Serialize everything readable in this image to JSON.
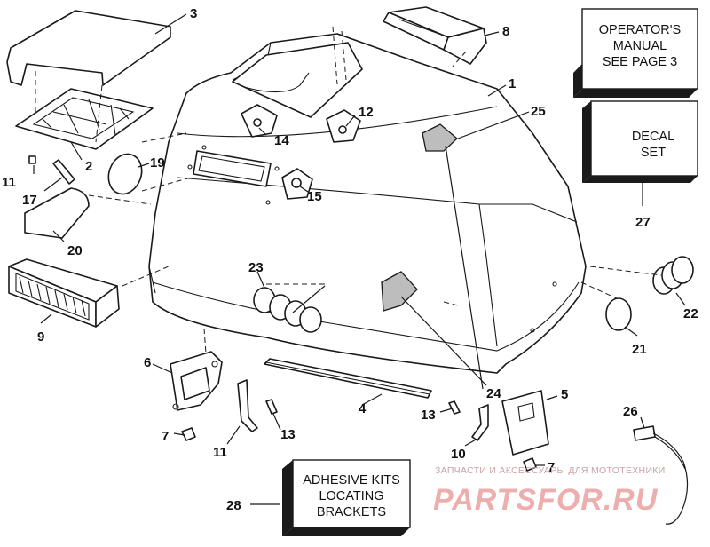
{
  "callouts": [
    {
      "id": "c1",
      "label": "1"
    },
    {
      "id": "c2",
      "label": "2"
    },
    {
      "id": "c3",
      "label": "3"
    },
    {
      "id": "c4",
      "label": "4"
    },
    {
      "id": "c5",
      "label": "5"
    },
    {
      "id": "c6",
      "label": "6"
    },
    {
      "id": "c7a",
      "label": "7"
    },
    {
      "id": "c7b",
      "label": "7"
    },
    {
      "id": "c8",
      "label": "8"
    },
    {
      "id": "c9",
      "label": "9"
    },
    {
      "id": "c10",
      "label": "10"
    },
    {
      "id": "c11a",
      "label": "11"
    },
    {
      "id": "c11b",
      "label": "11"
    },
    {
      "id": "c12",
      "label": "12"
    },
    {
      "id": "c13a",
      "label": "13"
    },
    {
      "id": "c13b",
      "label": "13"
    },
    {
      "id": "c14",
      "label": "14"
    },
    {
      "id": "c15",
      "label": "15"
    },
    {
      "id": "c17",
      "label": "17"
    },
    {
      "id": "c19",
      "label": "19"
    },
    {
      "id": "c20",
      "label": "20"
    },
    {
      "id": "c21",
      "label": "21"
    },
    {
      "id": "c22",
      "label": "22"
    },
    {
      "id": "c23",
      "label": "23"
    },
    {
      "id": "c24",
      "label": "24"
    },
    {
      "id": "c25",
      "label": "25"
    },
    {
      "id": "c26",
      "label": "26"
    },
    {
      "id": "c27",
      "label": "27"
    },
    {
      "id": "c28",
      "label": "28"
    }
  ],
  "boxes": {
    "operators_manual": [
      "OPERATOR'S",
      "MANUAL",
      "SEE PAGE 3"
    ],
    "decal_set": [
      "DECAL",
      "SET"
    ],
    "adhesive_kits": [
      "ADHESIVE KITS",
      "LOCATING",
      "BRACKETS"
    ]
  },
  "watermark": {
    "caption": "ЗАПЧАСТИ И АКСЕССУАРЫ ДЛЯ МОТОТЕХНИКИ",
    "logo": "PARTSFOR.RU"
  }
}
